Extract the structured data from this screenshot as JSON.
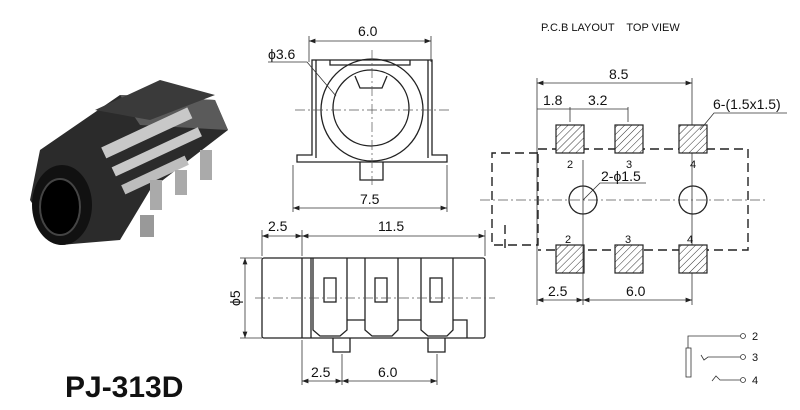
{
  "product_title": "PJ-313D",
  "front_view": {
    "width_top": "6.0",
    "bore_diameter": "ϕ3.6",
    "width_bottom": "7.5"
  },
  "side_view": {
    "front_length": "2.5",
    "body_length": "11.5",
    "diameter": "ϕ5",
    "pin_offset": "2.5",
    "pin_pitch": "6.0"
  },
  "pcb_layout": {
    "heading": "P.C.B LAYOUT    TOP VIEW",
    "overall_width": "8.5",
    "pad_offset": "1.8",
    "pad_pitch": "3.2",
    "pad_note": "6-(1.5x1.5)",
    "hole_note": "2-ϕ1.5",
    "top_pad_labels": [
      "2",
      "3",
      "4"
    ],
    "bottom_pad_labels": [
      "2",
      "3",
      "4"
    ],
    "hole_offset": "2.5",
    "hole_pitch": "6.0"
  },
  "schematic": {
    "pins": [
      "2",
      "3",
      "4"
    ]
  }
}
